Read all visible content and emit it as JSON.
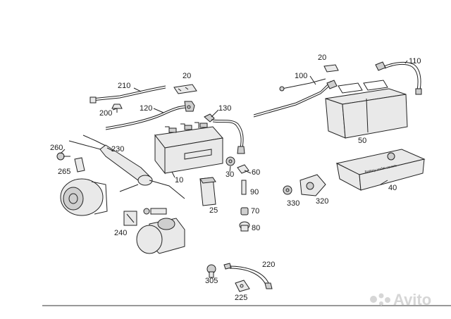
{
  "diagram": {
    "labels": [
      {
        "id": "210",
        "text": "210"
      },
      {
        "id": "20a",
        "text": "20"
      },
      {
        "id": "200",
        "text": "200"
      },
      {
        "id": "120",
        "text": "120"
      },
      {
        "id": "130",
        "text": "130"
      },
      {
        "id": "100",
        "text": "100"
      },
      {
        "id": "20b",
        "text": "20"
      },
      {
        "id": "110",
        "text": "110"
      },
      {
        "id": "260",
        "text": "260"
      },
      {
        "id": "230",
        "text": "230"
      },
      {
        "id": "265",
        "text": "265"
      },
      {
        "id": "10",
        "text": "10"
      },
      {
        "id": "30",
        "text": "30"
      },
      {
        "id": "60",
        "text": "60"
      },
      {
        "id": "50",
        "text": "50"
      },
      {
        "id": "40",
        "text": "40"
      },
      {
        "id": "90",
        "text": "90"
      },
      {
        "id": "25",
        "text": "25"
      },
      {
        "id": "70",
        "text": "70"
      },
      {
        "id": "330",
        "text": "330"
      },
      {
        "id": "320",
        "text": "320"
      },
      {
        "id": "80",
        "text": "80"
      },
      {
        "id": "240",
        "text": "240"
      },
      {
        "id": "220",
        "text": "220"
      },
      {
        "id": "305",
        "text": "305"
      },
      {
        "id": "225",
        "text": "225"
      }
    ],
    "battery_print": "Battery under covers"
  },
  "watermark": {
    "text": "Avito"
  }
}
